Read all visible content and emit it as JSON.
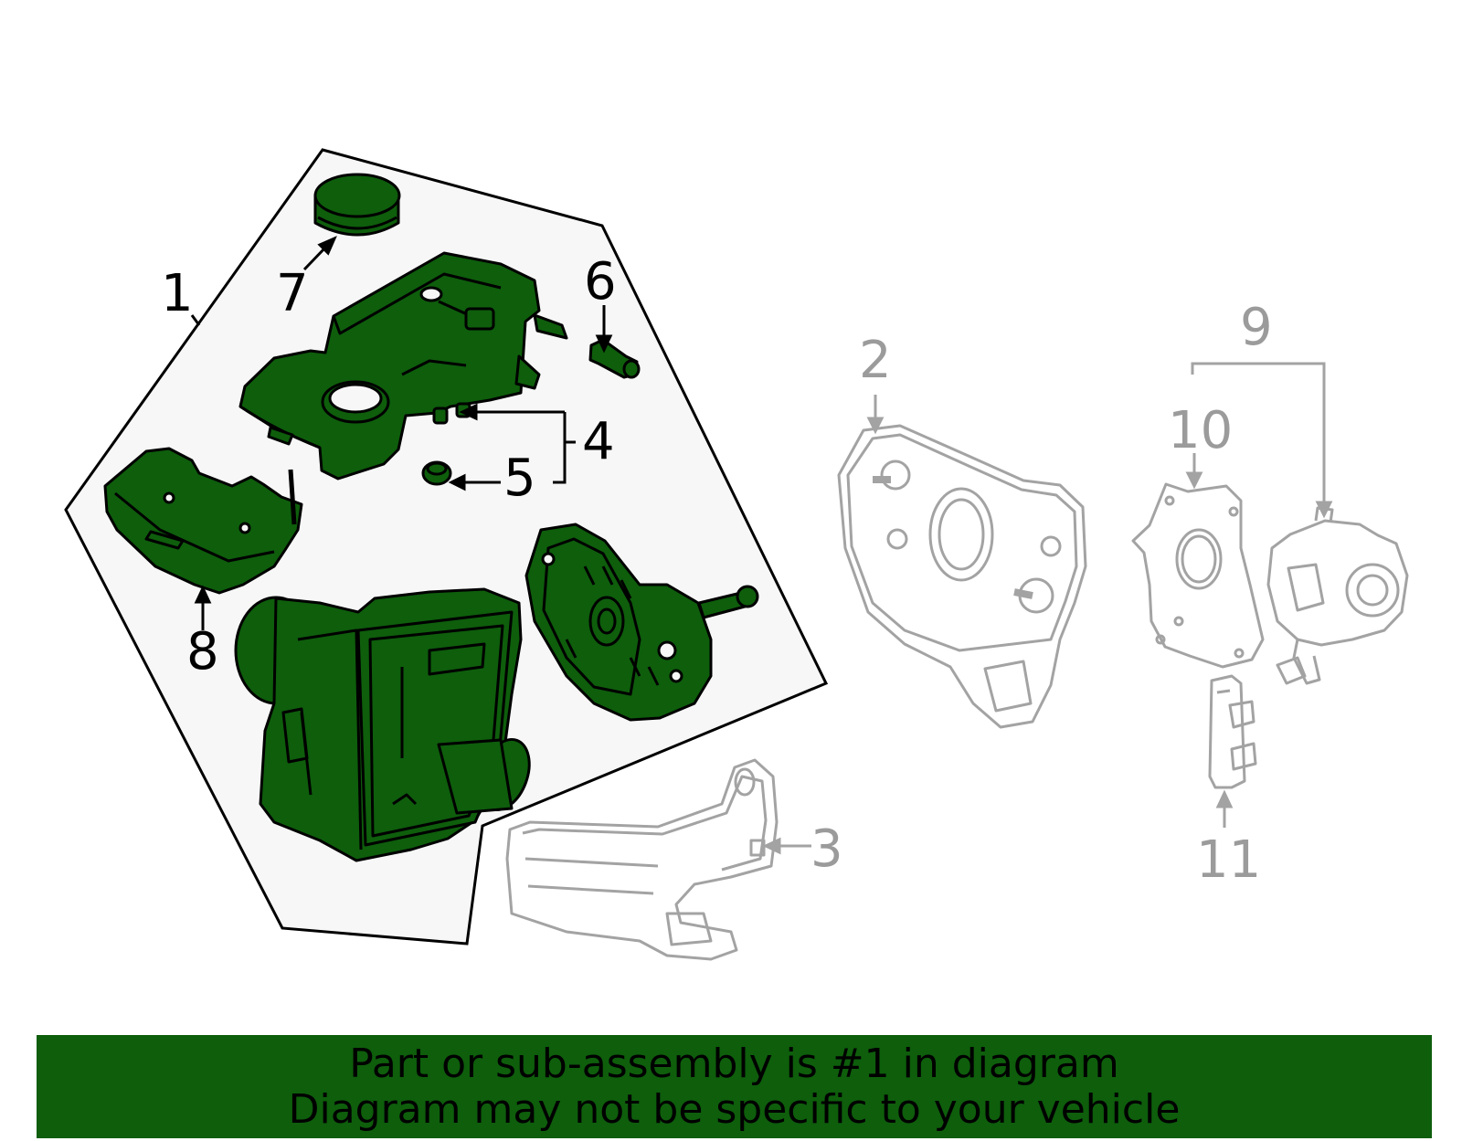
{
  "colors": {
    "highlight_fill": "#0e5e0c",
    "ghost_stroke": "#a3a3a3",
    "panel_fill": "#f7f7f7",
    "banner_fill": "#0e5e0c",
    "text_dark": "#000000",
    "text_grey": "#9b9b9b"
  },
  "callouts": {
    "c1": "1",
    "c2": "2",
    "c3": "3",
    "c4": "4",
    "c5": "5",
    "c6": "6",
    "c7": "7",
    "c8": "8",
    "c9": "9",
    "c10": "10",
    "c11": "11"
  },
  "footer": {
    "line1": "Part or sub-assembly is #1 in diagram",
    "line2": "Diagram may not be specific to your vehicle"
  }
}
